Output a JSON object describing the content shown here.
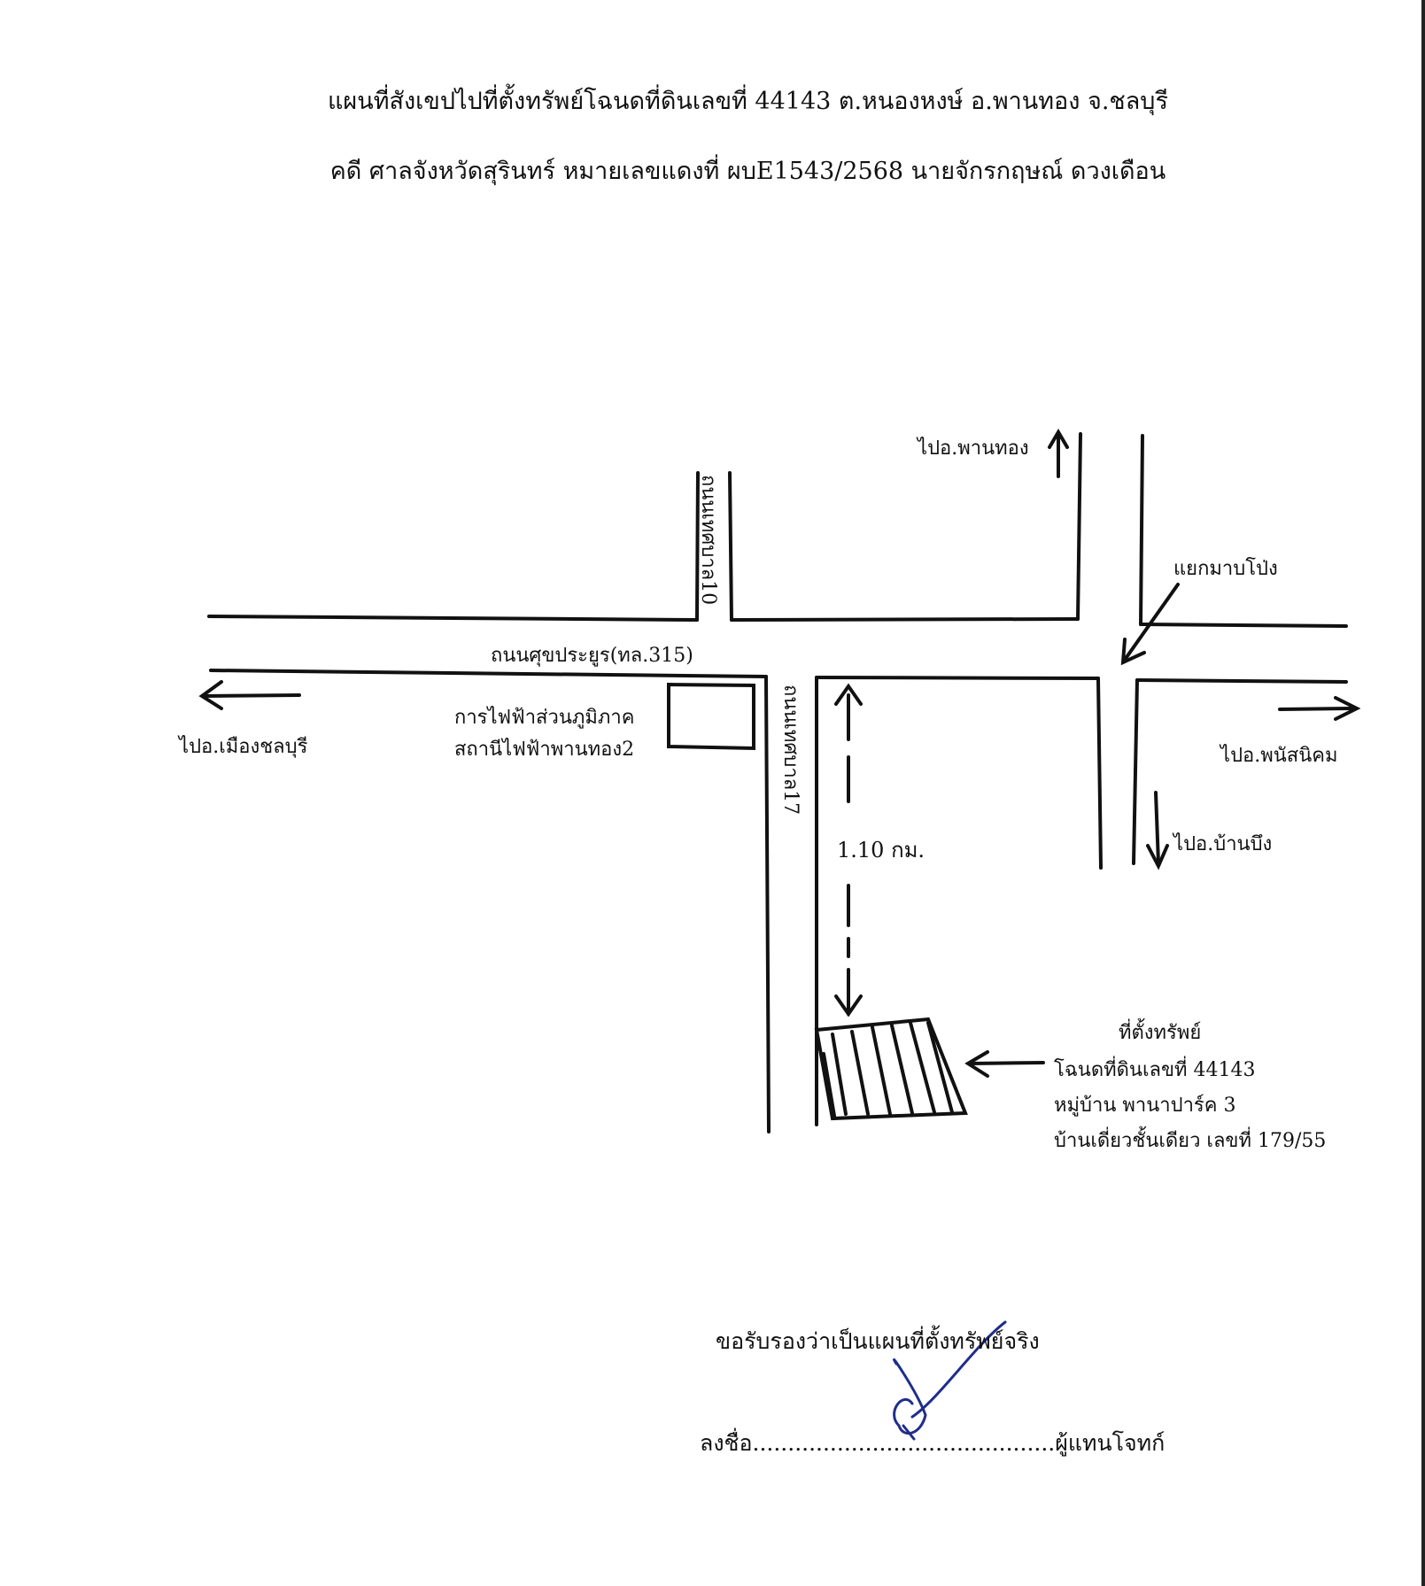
{
  "header": {
    "title_line1": "แผนที่สังเขปไปที่ตั้งทรัพย์โฉนดที่ดินเลขที่ 44143 ต.หนองหงษ์ อ.พานทอง จ.ชลบุรี",
    "title_line2": "คดี ศาลจังหวัดสุรินทร์ หมายเลขแดงที่ ผบE1543/2568 นายจักรกฤษณ์ ดวงเดือน"
  },
  "map": {
    "road_main": "ถนนศุขประยูร(ทล.315)",
    "road_soi10": "ถนนเทศบาล10",
    "road_soi17": "ถนนเทศบาล17",
    "to_phanthong": "ไปอ.พานทอง",
    "intersection": "แยกมาบโป่ง",
    "to_mueang_chonburi": "ไปอ.เมืองชลบุรี",
    "to_phanat_nikhom": "ไปอ.พนัสนิคม",
    "to_ban_bueng": "ไปอ.บ้านบึง",
    "landmark_line1": "การไฟฟ้าส่วนภูมิภาค",
    "landmark_line2": "สถานีไฟฟ้าพานทอง2",
    "distance": "1.10 กม.",
    "property": {
      "line1": "ที่ตั้งทรัพย์",
      "line2": "โฉนดที่ดินเลขที่ 44143",
      "line3": "หมู่บ้าน พานาปาร์ค 3",
      "line4": "บ้านเดี่ยวชั้นเดียว เลขที่ 179/55"
    }
  },
  "footer": {
    "certify_text": "ขอรับรองว่าเป็นแผนที่ตั้งทรัพย์จริง",
    "sign_prefix": "ลงชื่อ",
    "sign_dots": "...........................................",
    "sign_role": "ผู้แทนโจทก์"
  },
  "colors": {
    "ink": "#111111",
    "signature": "#1f2e8a"
  }
}
